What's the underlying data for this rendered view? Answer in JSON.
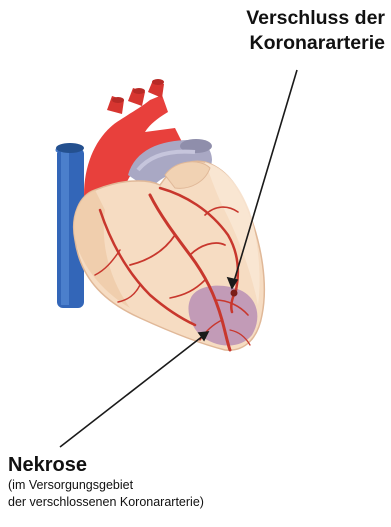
{
  "annotations": {
    "occlusion": {
      "line1": "Verschluss der",
      "line2": "Koronararterie"
    },
    "necrosis": {
      "title": "Nekrose",
      "line1": "(im Versorgungsgebiet",
      "line2": "der verschlossenen Koronararterie)"
    }
  },
  "colors": {
    "aorta": "#e8403c",
    "vena_cava": "#3366b8",
    "pulmonary_artery": "#a9a8c4",
    "myocardium": "#f6dcc2",
    "coronary_vessels": "#c8372d",
    "necrosis_area": "#b98fb5",
    "pointer_lines": "#1a1a1a"
  }
}
